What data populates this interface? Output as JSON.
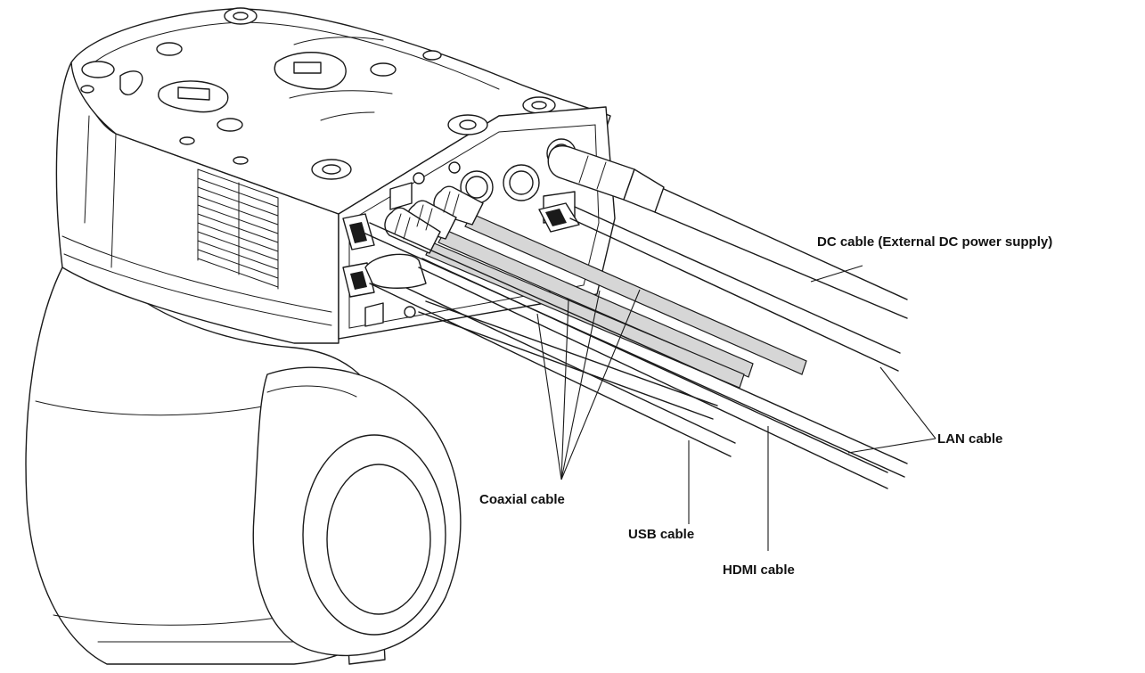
{
  "labels": {
    "dc_cable": "DC cable (External DC power supply)",
    "lan_cable": "LAN cable",
    "coaxial_cable": "Coaxial cable",
    "usb_cable": "USB cable",
    "hdmi_cable": "HDMI cable"
  },
  "colors": {
    "line": "#1a1a1a",
    "coaxial_sleeve": "#d6d6d6",
    "background": "#ffffff"
  }
}
